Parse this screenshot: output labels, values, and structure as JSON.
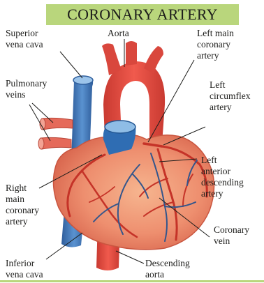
{
  "title": "CORONARY ARTERY",
  "labels": {
    "superior_vena_cava": [
      "Superior",
      "vena cava"
    ],
    "aorta": [
      "Aorta"
    ],
    "left_main_coronary_artery": [
      "Left main",
      "coronary",
      "artery"
    ],
    "pulmonary_veins": [
      "Pulmonary",
      "veins"
    ],
    "left_circumflex_artery": [
      "Left",
      "circumflex",
      "artery"
    ],
    "left_anterior_descending_artery": [
      "Left",
      "anterior",
      "descending",
      "artery"
    ],
    "right_main_coronary_artery": [
      "Right",
      "main",
      "coronary",
      "artery"
    ],
    "coronary_vein": [
      "Coronary",
      "vein"
    ],
    "inferior_vena_cava": [
      "Inferior",
      "vena cava"
    ],
    "descending_aorta": [
      "Descending",
      "aorta"
    ]
  },
  "colors": {
    "title_band": "#b9d67c",
    "heart_muscle": "#ee8a6e",
    "artery_red": "#e2433b",
    "vein_blue": "#3f78b8",
    "coronary_vessel": "#c53328",
    "leader_line": "#1d1d1b"
  }
}
